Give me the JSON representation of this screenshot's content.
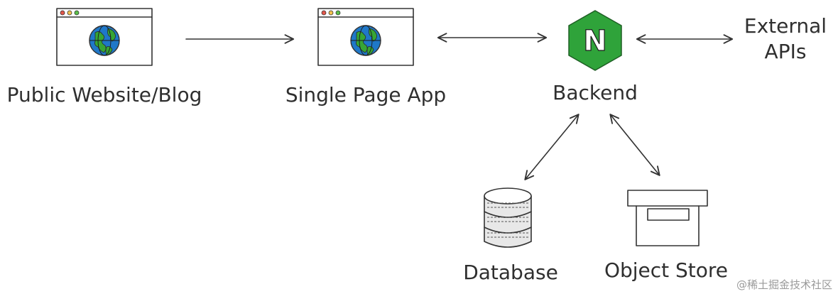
{
  "nodes": {
    "public_site": {
      "label": "Public Website/Blog"
    },
    "spa": {
      "label": "Single Page App"
    },
    "backend": {
      "label": "Backend",
      "icon": "nginx-icon",
      "badge_letter": "N"
    },
    "external": {
      "label_line1": "External",
      "label_line2": "APIs"
    },
    "database": {
      "label": "Database",
      "icon": "database-icon"
    },
    "object_store": {
      "label": "Object Store",
      "icon": "storage-box-icon"
    }
  },
  "edges": [
    {
      "from": "public_site",
      "to": "spa",
      "direction": "one-way"
    },
    {
      "from": "spa",
      "to": "backend",
      "direction": "two-way"
    },
    {
      "from": "backend",
      "to": "external",
      "direction": "two-way"
    },
    {
      "from": "backend",
      "to": "database",
      "direction": "two-way"
    },
    {
      "from": "backend",
      "to": "object_store",
      "direction": "two-way"
    }
  ],
  "colors": {
    "nginx_green": "#2fa33a",
    "globe_blue": "#1f78c8",
    "globe_green": "#37a635",
    "window_red": "#e2574c",
    "window_yellow": "#f2c14e",
    "window_green": "#5bbf4a"
  },
  "watermark": "@稀土掘金技术社区"
}
